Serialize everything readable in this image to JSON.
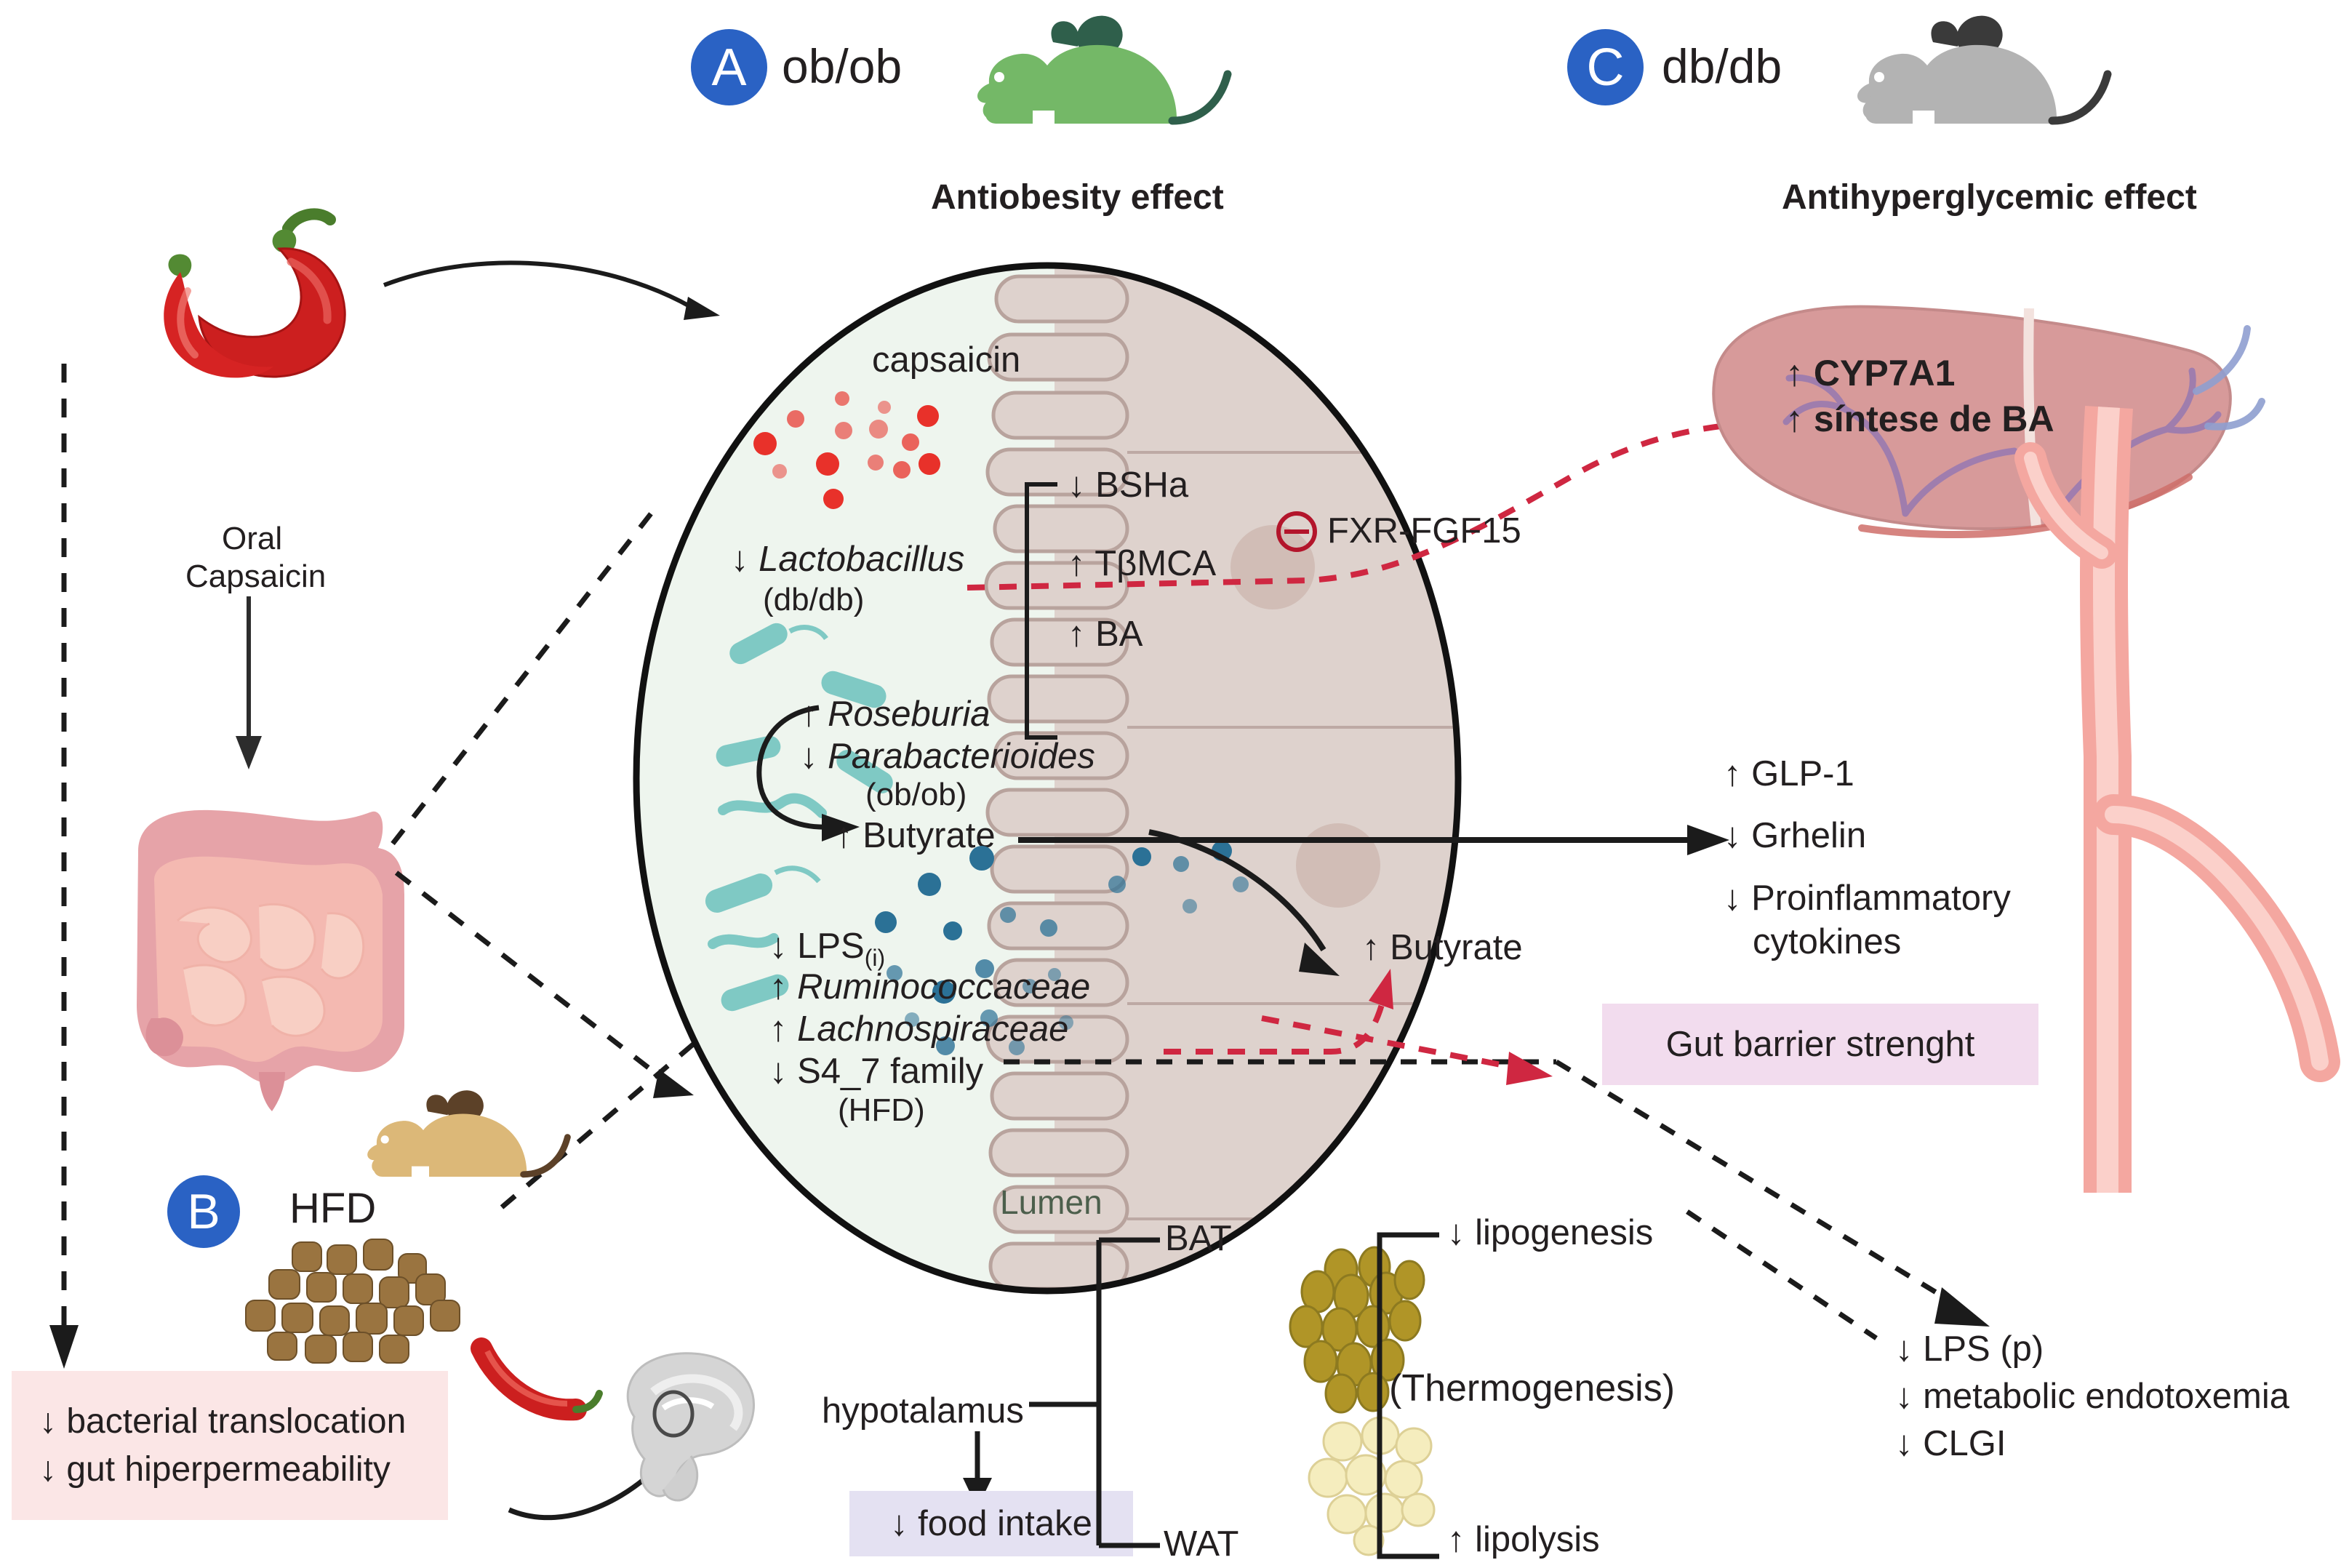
{
  "panels": {
    "a": {
      "letter": "A",
      "model": "ob/ob",
      "effect": "Antiobesity effect",
      "mouse_color": "#74b867"
    },
    "b": {
      "letter": "B",
      "model": "HFD",
      "mouse_color": "#dcb878"
    },
    "c": {
      "letter": "C",
      "model": "db/db",
      "effect": "Antihyperglycemic effect",
      "mouse_color": "#b3b3b3"
    }
  },
  "colors": {
    "badge_blue": "#2a62c4",
    "lumen_green": "#eef5ee",
    "epithelium": "#ded2cd",
    "villi_stroke": "#b8a39d",
    "capsaicin_red": "#e8312a",
    "butyrate_blue": "#2b7196",
    "bacteria_teal": "#7fc9c4",
    "inhibit_red": "#b3152b",
    "pink_box": "#fbe6e6",
    "purple_box": "#e4e1f2",
    "violet_box": "#f2dcee",
    "liver": "#d79a9a",
    "vessel_pink": "#f4a7a0"
  },
  "left": {
    "oral_capsaicin_line1": "Oral",
    "oral_capsaicin_line2": "Capsaicin",
    "outcome_box": {
      "line1": "↓ bacterial translocation",
      "line2": "↓ gut hiperpermeability"
    }
  },
  "gut": {
    "capsaicin_label": "capsaicin",
    "lumen_label": "Lumen",
    "bile_group": {
      "bsha": "↓ BSHa",
      "tbmca": "↑ TβMCA",
      "ba": "↑ BA"
    },
    "lactobacillus": {
      "line1": "↓ Lactobacillus",
      "line2": "(db/db)"
    },
    "roseburia_group": {
      "line1": "↑ Roseburia",
      "line2": "↓ Parabacterioides",
      "line3": "(ob/ob)",
      "line4": "↑ Butyrate"
    },
    "lps_group": {
      "line1": "↓ LPS",
      "line1_sub": "(i)",
      "line2": "↑ Ruminococcaceae",
      "line3": "↑ Lachnospiraceae",
      "line4": "↓ S4_7 family",
      "line5": "(HFD)"
    },
    "fxr_fgf15": "FXR-FGF15",
    "epithelial_butyrate": "↑ Butyrate"
  },
  "right": {
    "liver": {
      "line1": "↑ CYP7A1",
      "line2": "↑ síntese de BA"
    },
    "hormones": {
      "line1": "↑ GLP-1",
      "line2": "↓ Grhelin",
      "line3": "↓ Proinflammatory",
      "line4": "cytokines"
    },
    "gut_barrier_box": "Gut barrier strenght",
    "systemic": {
      "line1": "↓ LPS (p)",
      "line2": "↓ metabolic  endotoxemia",
      "line3": "↓ CLGI"
    }
  },
  "bottom": {
    "hypothalamus": "hypotalamus",
    "food_intake_box": "↓ food intake",
    "bat": "BAT",
    "wat": "WAT",
    "lipogenesis": "↓ lipogenesis",
    "thermogenesis": "(Thermogenesis)",
    "lipolysis": "↑ lipolysis"
  }
}
